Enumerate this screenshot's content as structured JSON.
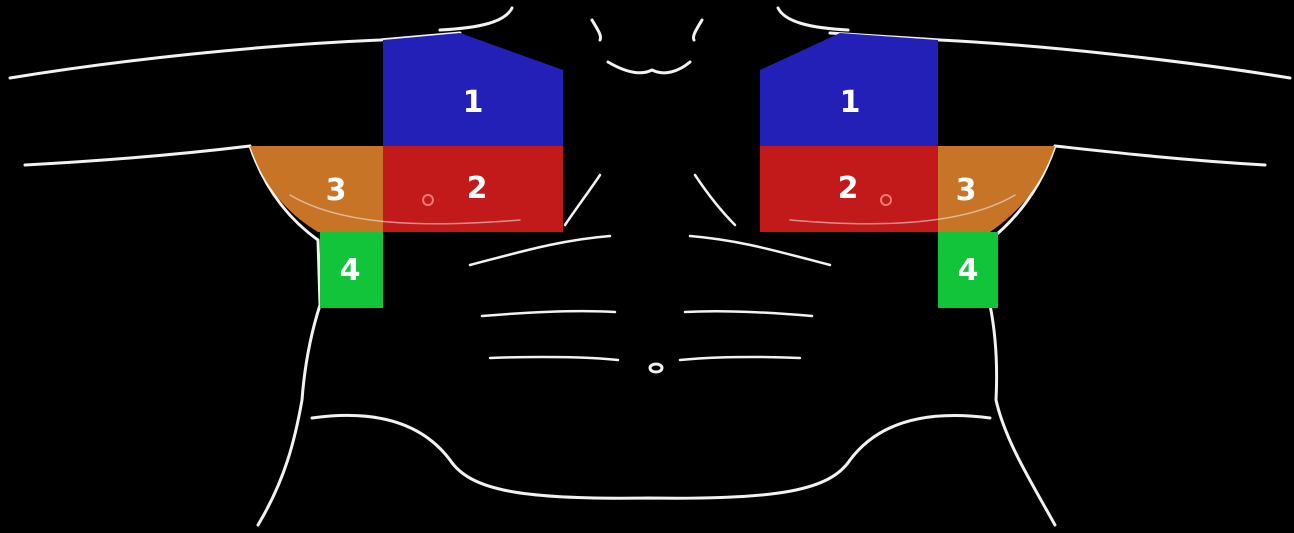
{
  "diagram": {
    "background": "#000000",
    "outline_color": "#f2f2f2",
    "zones": {
      "z1": {
        "label": "1",
        "color": "#2320b8"
      },
      "z2": {
        "label": "2",
        "color": "#c21a1a"
      },
      "z3": {
        "label": "3",
        "color": "#c87426"
      },
      "z4": {
        "label": "4",
        "color": "#12c43a"
      }
    }
  }
}
